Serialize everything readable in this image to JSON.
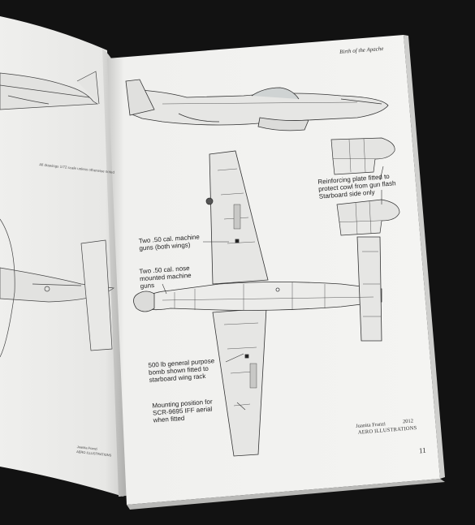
{
  "page": {
    "header_right": "Birth of the Apache",
    "page_number": "11",
    "credit": {
      "name": "Juanita Franzi",
      "year": "2012",
      "studio": "AERO ILLUSTRATIONS"
    }
  },
  "left_page": {
    "scale_note": "All drawings 1/72 scale unless otherwise noted",
    "credit_name": "Juanita Franzi",
    "credit_studio": "AERO ILLUSTRATIONS"
  },
  "callouts": {
    "reinforcing_plate": "Reinforcing plate fitted to\nprotect cowl from gun flash\nStarboard side only",
    "wing_guns": "Two .50 cal. machine\nguns (both wings)",
    "nose_guns": "Two .50 cal. nose\nmounted machine\nguns",
    "bomb": "500 lb general purpose\nbomb shown fitted to\nstarboard wing rack",
    "aerial": "Mounting position for\nSCR-9695 IFF aerial\nwhen fitted"
  },
  "colors": {
    "background": "#121212",
    "page": "#f1f1ef",
    "line": "#3a3a3a",
    "panel": "#d8d8d6"
  }
}
